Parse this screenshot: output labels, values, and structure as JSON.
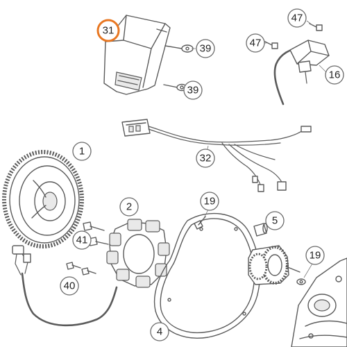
{
  "diagram": {
    "callouts": [
      {
        "id": "c31",
        "label": "31",
        "highlighted": true
      },
      {
        "id": "c39a",
        "label": "39"
      },
      {
        "id": "c39b",
        "label": "39"
      },
      {
        "id": "c47a",
        "label": "47"
      },
      {
        "id": "c47b",
        "label": "47"
      },
      {
        "id": "c16",
        "label": "16"
      },
      {
        "id": "c32",
        "label": "32"
      },
      {
        "id": "c1",
        "label": "1"
      },
      {
        "id": "c2",
        "label": "2"
      },
      {
        "id": "c19a",
        "label": "19"
      },
      {
        "id": "c5",
        "label": "5"
      },
      {
        "id": "c41",
        "label": "41"
      },
      {
        "id": "c40",
        "label": "40"
      },
      {
        "id": "c19b",
        "label": "19"
      },
      {
        "id": "c4",
        "label": "4"
      }
    ],
    "colors": {
      "highlight": "#e87722",
      "line": "#5a5a5a",
      "background": "#ffffff"
    }
  }
}
